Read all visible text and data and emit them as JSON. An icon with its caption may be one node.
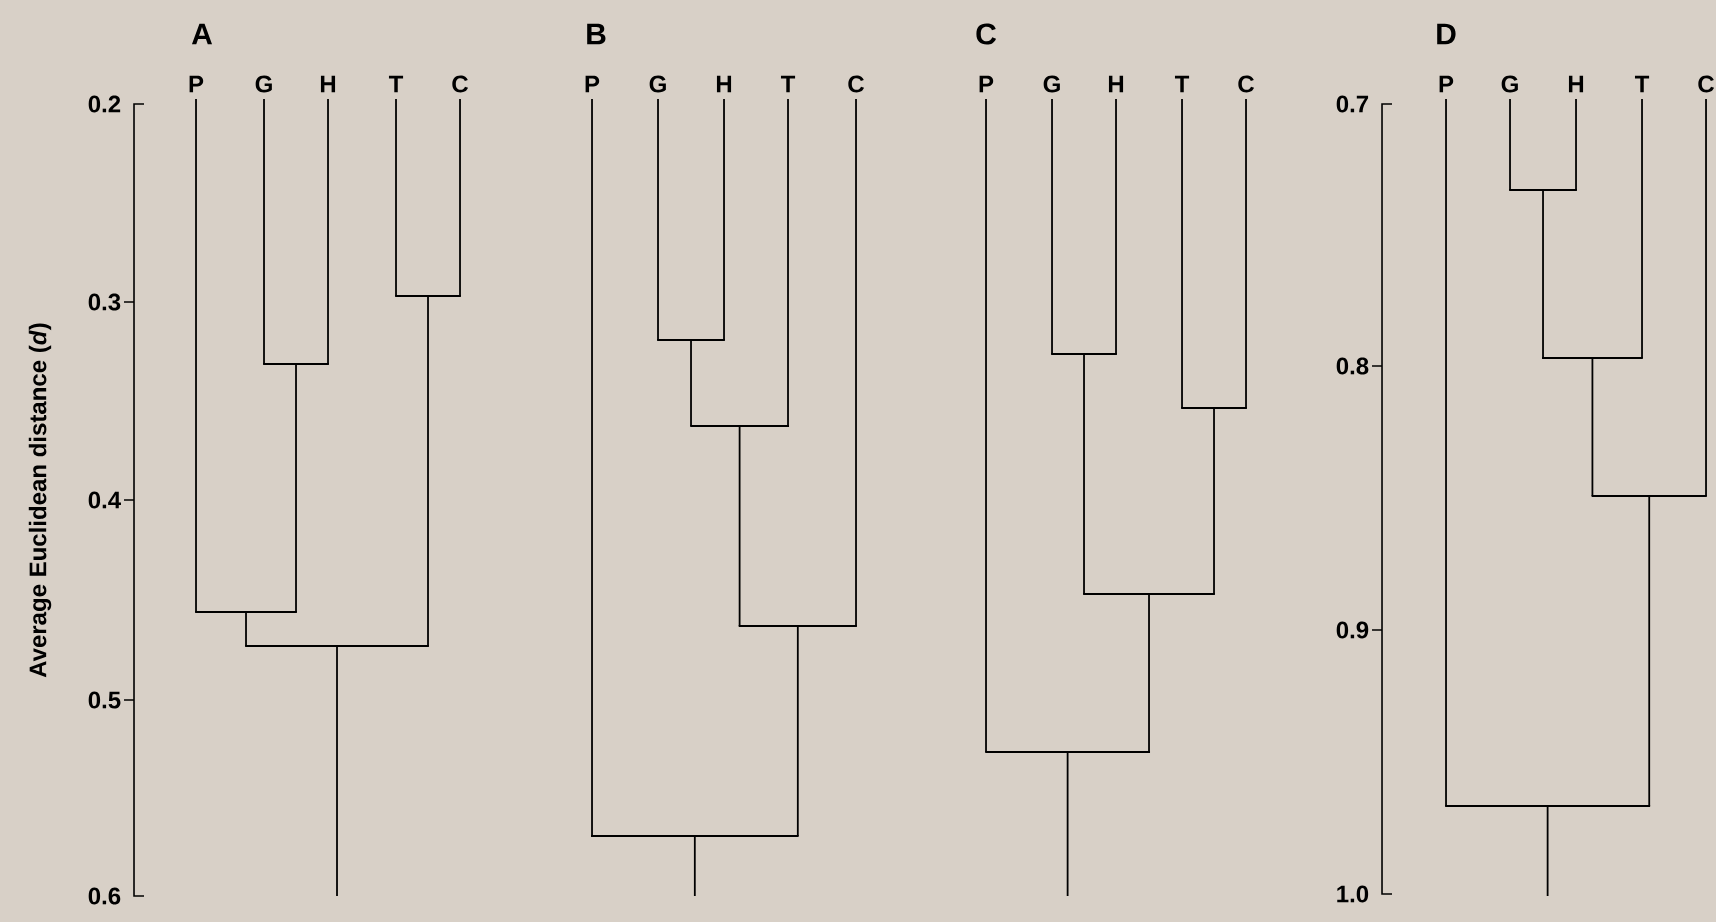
{
  "diagram": {
    "nodes": [
      {
        "text": [
          "P"
        ]
      },
      {
        "text": [
          "G"
        ]
      },
      {
        "text": [
          "H"
        ]
      },
      {
        "text": [
          "T"
        ]
      },
      {
        "text": [
          "C"
        ]
      },
      {
        "text": [],
        "shape": "bar"
      },
      {
        "text": [],
        "shape": "bar"
      },
      {
        "text": [],
        "shape": "bar"
      },
      {
        "text": [],
        "shape": "bar"
      },
      {
        "text": [
          "P"
        ]
      },
      {
        "text": [
          "G"
        ]
      },
      {
        "text": [
          "H"
        ]
      },
      {
        "text": [
          "T"
        ]
      },
      {
        "text": [
          "C"
        ]
      },
      {
        "text": [],
        "shape": "bar"
      },
      {
        "text": [],
        "shape": "bar"
      },
      {
        "text": [],
        "shape": "bar"
      },
      {
        "text": [],
        "shape": "bar"
      },
      {
        "text": [
          "P"
        ]
      },
      {
        "text": [
          "G"
        ]
      },
      {
        "text": [
          "H"
        ]
      },
      {
        "text": [
          "T"
        ]
      },
      {
        "text": [
          "C"
        ]
      },
      {
        "text": [],
        "shape": "bar"
      },
      {
        "text": [],
        "shape": "bar"
      },
      {
        "text": [],
        "shape": "bar"
      },
      {
        "text": [],
        "shape": "bar"
      },
      {
        "text": [
          "P"
        ]
      },
      {
        "text": [
          "G"
        ]
      },
      {
        "text": [
          "H"
        ]
      },
      {
        "text": [
          "T"
        ]
      },
      {
        "text": [
          "C"
        ]
      },
      {
        "text": [],
        "shape": "bar"
      },
      {
        "text": [],
        "shape": "bar"
      },
      {
        "text": [],
        "shape": "bar"
      },
      {
        "text": [],
        "shape": "bar"
      }
    ],
    "edges": [
      {
        "from": 3,
        "to": 5,
        "arrow": "none"
      },
      {
        "from": 4,
        "to": 5,
        "arrow": "none"
      },
      {
        "from": 1,
        "to": 6,
        "arrow": "none"
      },
      {
        "from": 2,
        "to": 6,
        "arrow": "none"
      },
      {
        "from": 0,
        "to": 7,
        "arrow": "none"
      },
      {
        "from": 6,
        "to": 7,
        "arrow": "none"
      },
      {
        "from": 7,
        "to": 8,
        "arrow": "none"
      },
      {
        "from": 5,
        "to": 8,
        "arrow": "none"
      },
      {
        "from": 8,
        "to": null,
        "arrow": "none"
      },
      {
        "from": 10,
        "to": 14,
        "arrow": "none"
      },
      {
        "from": 11,
        "to": 14,
        "arrow": "none"
      },
      {
        "from": 14,
        "to": 15,
        "arrow": "none"
      },
      {
        "from": 12,
        "to": 15,
        "arrow": "none"
      },
      {
        "from": 15,
        "to": 16,
        "arrow": "none"
      },
      {
        "from": 13,
        "to": 16,
        "arrow": "none"
      },
      {
        "from": 9,
        "to": 17,
        "arrow": "none"
      },
      {
        "from": 16,
        "to": 17,
        "arrow": "none"
      },
      {
        "from": 17,
        "to": null,
        "arrow": "none"
      },
      {
        "from": 19,
        "to": 23,
        "arrow": "none"
      },
      {
        "from": 20,
        "to": 23,
        "arrow": "none"
      },
      {
        "from": 21,
        "to": 24,
        "arrow": "none"
      },
      {
        "from": 22,
        "to": 24,
        "arrow": "none"
      },
      {
        "from": 23,
        "to": 25,
        "arrow": "none"
      },
      {
        "from": 24,
        "to": 25,
        "arrow": "none"
      },
      {
        "from": 18,
        "to": 26,
        "arrow": "none"
      },
      {
        "from": 25,
        "to": 26,
        "arrow": "none"
      },
      {
        "from": 26,
        "to": null,
        "arrow": "none"
      },
      {
        "from": 28,
        "to": 32,
        "arrow": "none"
      },
      {
        "from": 29,
        "to": 32,
        "arrow": "none"
      },
      {
        "from": 32,
        "to": 33,
        "arrow": "none"
      },
      {
        "from": 30,
        "to": 33,
        "arrow": "none"
      },
      {
        "from": 33,
        "to": 34,
        "arrow": "none"
      },
      {
        "from": 31,
        "to": 34,
        "arrow": "none"
      },
      {
        "from": 27,
        "to": 35,
        "arrow": "none"
      },
      {
        "from": 34,
        "to": 35,
        "arrow": "none"
      },
      {
        "from": 35,
        "to": null,
        "arrow": "none"
      }
    ],
    "labels": [
      "A",
      "B",
      "C",
      "D",
      "0.2",
      "0.3",
      "0.4",
      "0.5",
      "0.6",
      "0.7",
      "0.8",
      "0.9",
      "1.0",
      "Average Euclidean distance (*d*)"
    ]
  }
}
